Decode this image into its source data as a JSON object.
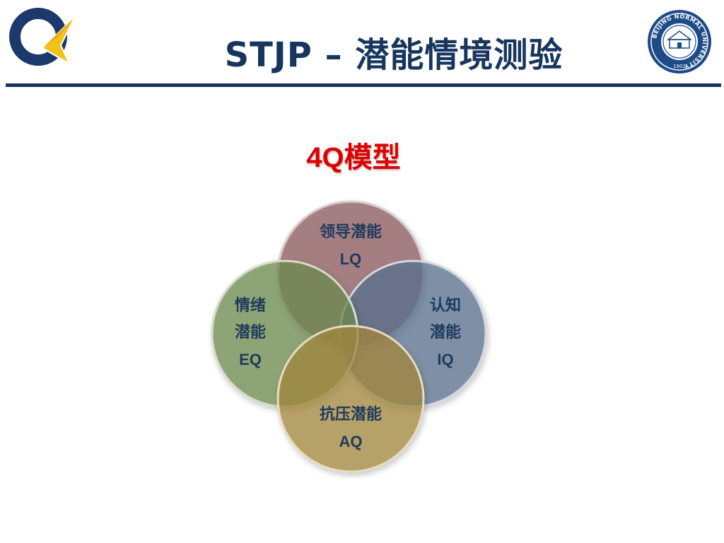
{
  "header": {
    "title": "STJP – 潜能情境测验",
    "logo_right_text": "BEIJING NORMAL UNIVERSITY",
    "logo_right_year": "1902"
  },
  "diagram": {
    "title_prefix": "4Q",
    "title_suffix": "模型",
    "circles": [
      {
        "key": "lq",
        "line1": "领导潜能",
        "line2": "LQ",
        "color": "#8e5a5f"
      },
      {
        "key": "eq",
        "line1": "情绪",
        "line2": "潜能",
        "line3": "EQ",
        "color": "#6f8d50"
      },
      {
        "key": "iq",
        "line1": "认知",
        "line2": "潜能",
        "line3": "IQ",
        "color": "#5c7190"
      },
      {
        "key": "aq",
        "line1": "抗压潜能",
        "line2": "AQ",
        "color": "#a6893d"
      }
    ]
  },
  "colors": {
    "header_navy": "#17365d",
    "accent_red": "#e00000",
    "label_text": "#1f3a5c"
  }
}
